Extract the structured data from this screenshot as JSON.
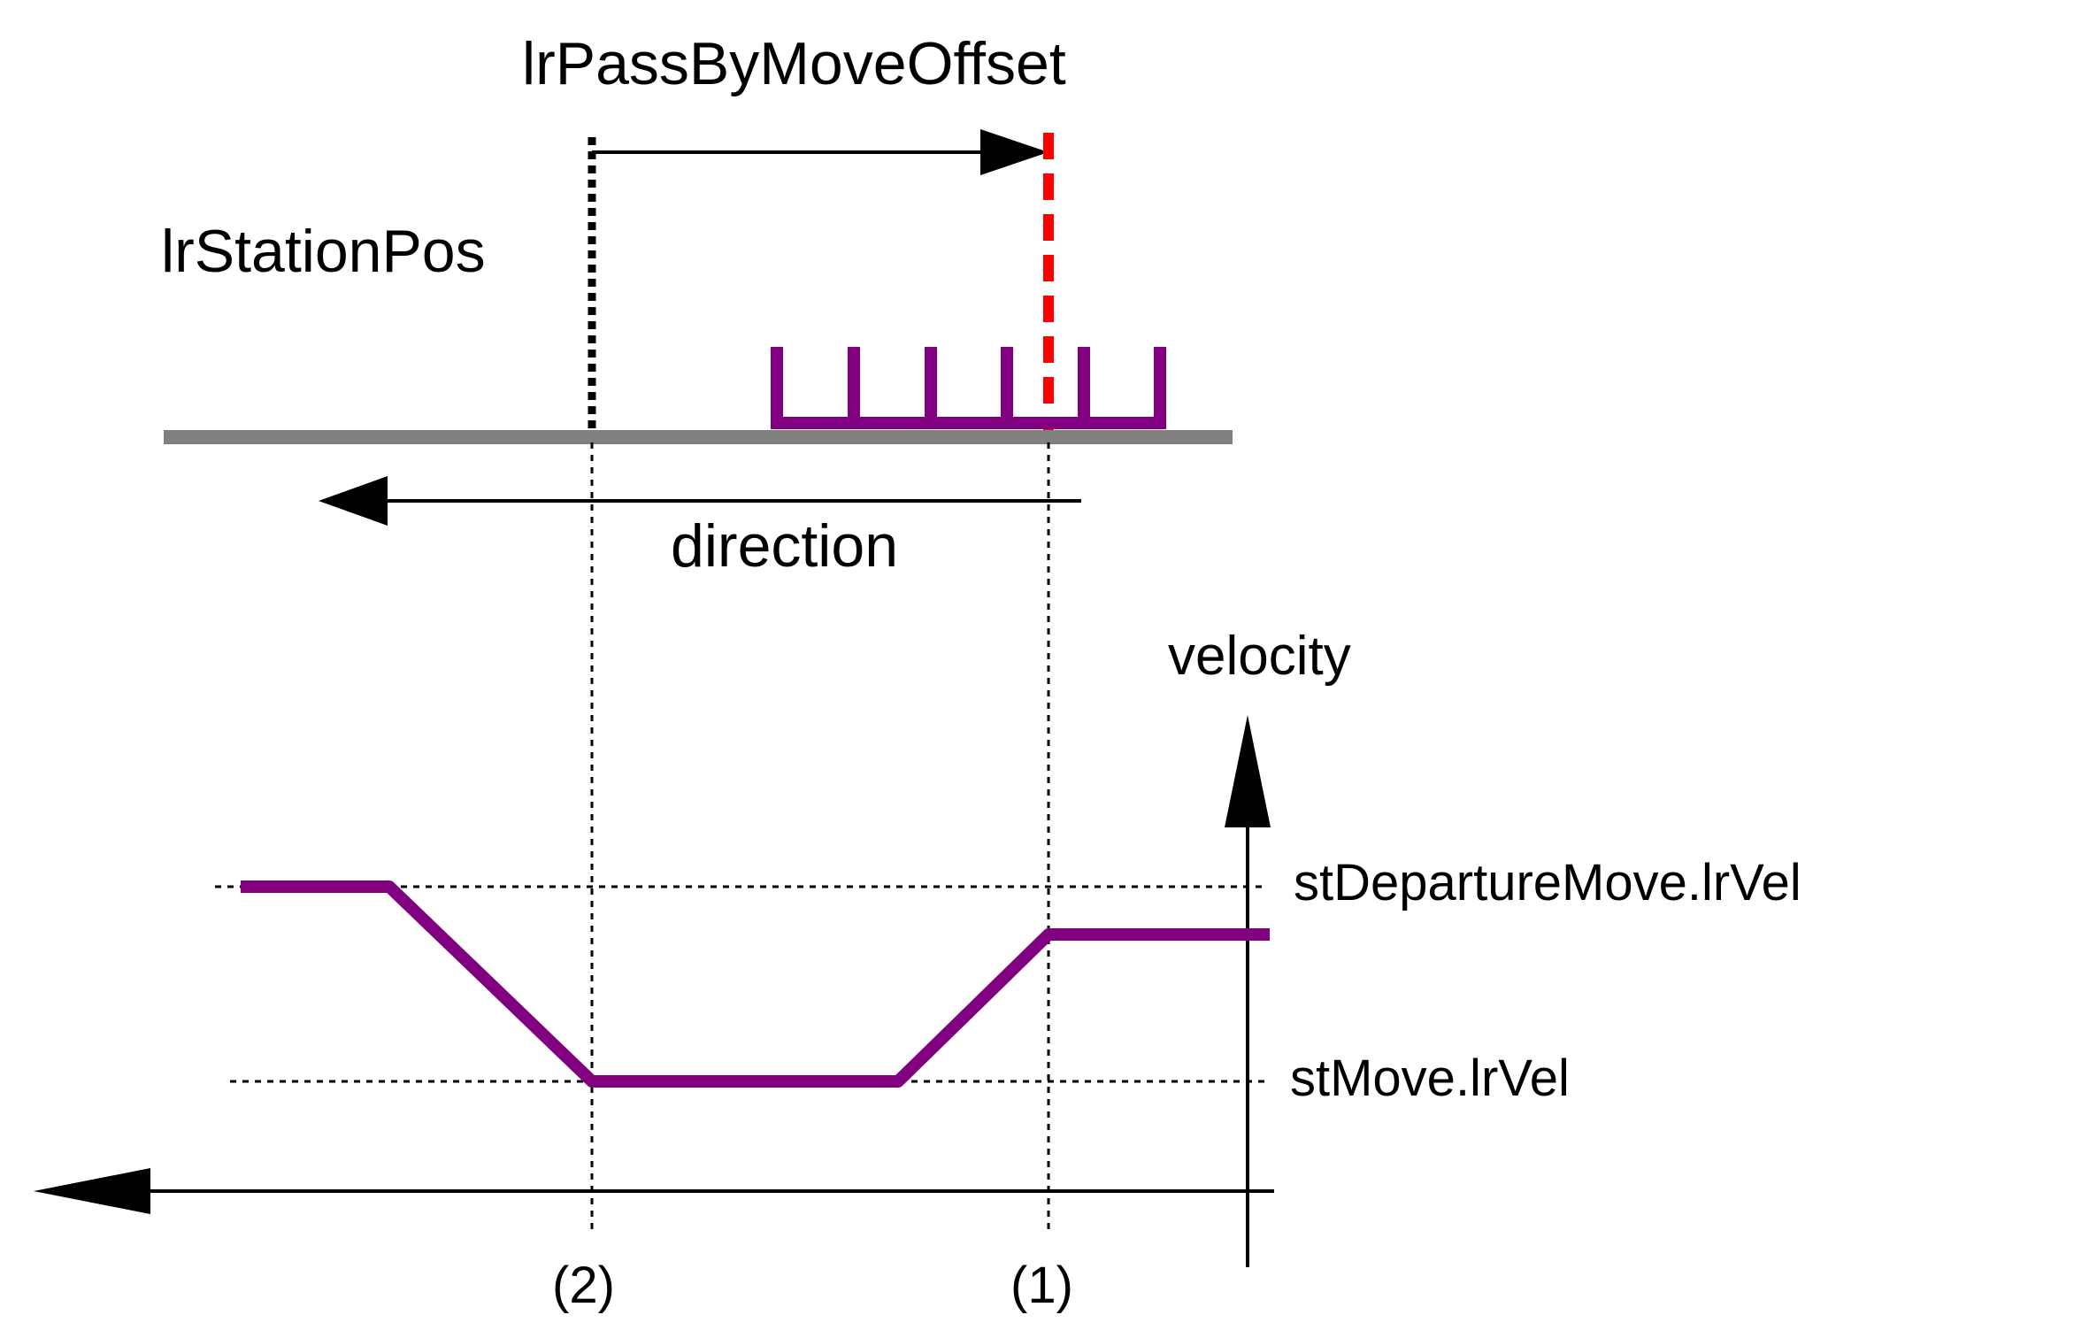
{
  "labels": {
    "offset": "lrPassByMoveOffset",
    "station_pos": "lrStationPos",
    "direction": "direction",
    "velocity": "velocity",
    "departure_vel": "stDepartureMove.lrVel",
    "move_vel": "stMove.lrVel",
    "marker_2": "(2)",
    "marker_1": "(1)"
  },
  "colors": {
    "track": "#808080",
    "mover": "#800080",
    "offset_line": "#ff0000",
    "lines": "#000000"
  },
  "icons": {
    "offset_arrow": "arrow-right-icon",
    "direction_arrow": "arrow-left-icon",
    "velocity_arrow": "arrow-up-icon",
    "axis_arrow": "arrow-left-icon"
  }
}
